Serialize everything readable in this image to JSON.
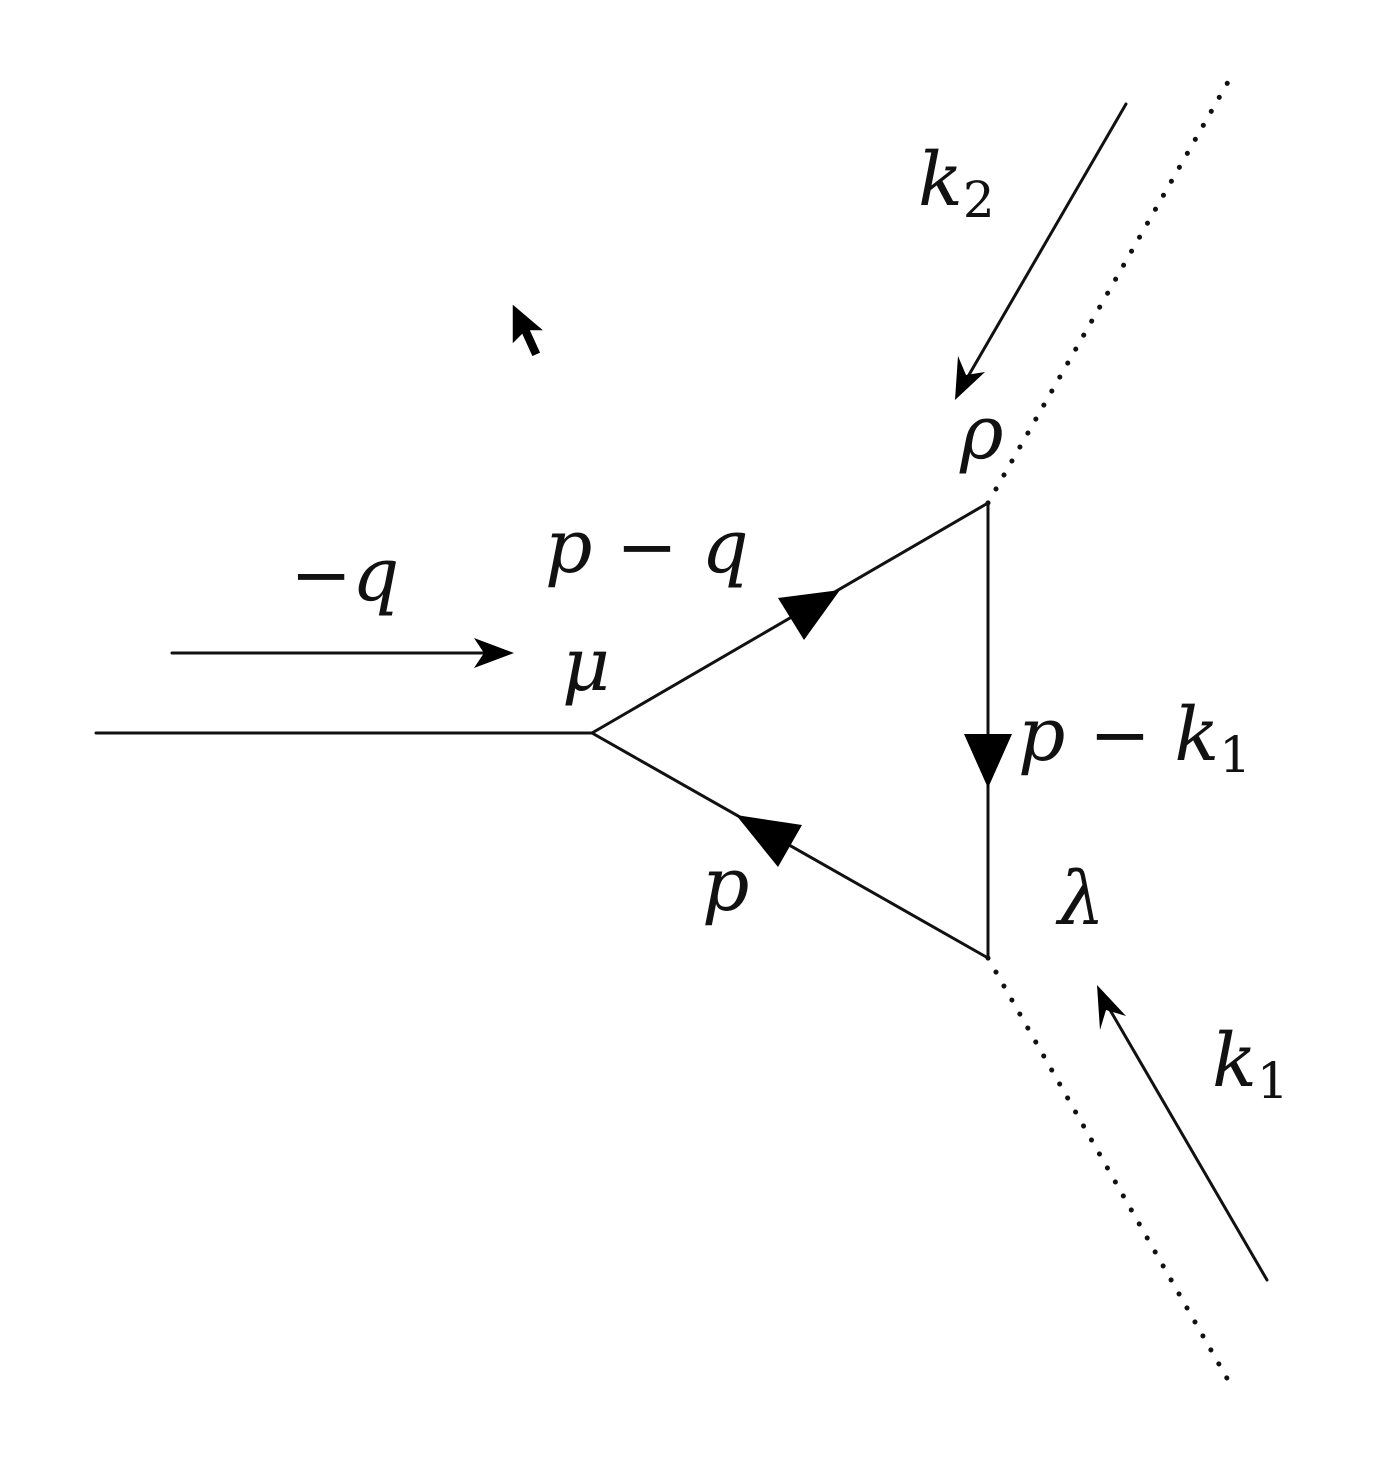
{
  "diagram": {
    "type": "feynman-triangle",
    "vertices": [
      {
        "id": "mu",
        "label": "μ"
      },
      {
        "id": "rho",
        "label": "ρ"
      },
      {
        "id": "lambda",
        "label": "λ"
      }
    ],
    "momenta": {
      "external_left": "−q",
      "top_edge": {
        "main": "p − q"
      },
      "right_edge": {
        "main": "p − k",
        "subscript": "1"
      },
      "bottom_edge": "p",
      "incoming_top": {
        "main": "k",
        "subscript": "2"
      },
      "incoming_bottom": {
        "main": "k",
        "subscript": "1"
      }
    },
    "line_styles": {
      "fermion_loop": "solid-with-arrows",
      "external_photon_left": "solid",
      "external_rho": "dotted",
      "external_lambda": "dotted"
    },
    "colors": {
      "ink": "#111111",
      "background": "#ffffff"
    },
    "icons": [
      "mouse-cursor-icon"
    ]
  }
}
